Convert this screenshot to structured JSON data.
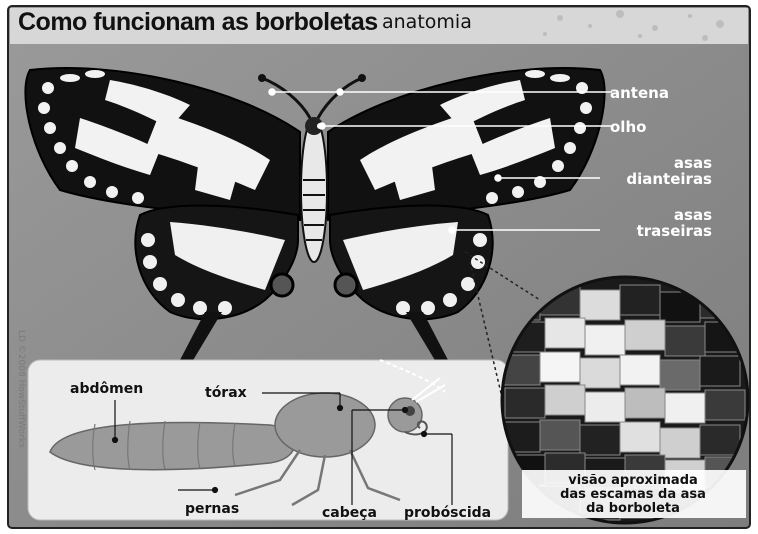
{
  "title": "Como funcionam as borboletas",
  "subtitle": "anatomia",
  "credit": "LD ©2008 HowStuffWorks",
  "labels": {
    "antenna": "antena",
    "eye": "olho",
    "forewings_line1": "asas",
    "forewings_line2": "dianteiras",
    "hindwings_line1": "asas",
    "hindwings_line2": "traseiras"
  },
  "body_diagram": {
    "abdomen": "abdômen",
    "thorax": "tórax",
    "legs": "pernas",
    "head": "cabeça",
    "proboscis": "probóscida"
  },
  "zoom_caption": {
    "line1": "visão aproximada",
    "line2": "das escamas da asa",
    "line3": "da borboleta"
  },
  "colors": {
    "background": "#8f8f8f",
    "wing_black": "#111111",
    "wing_white": "#f2f2f2",
    "body_panel": "#eeeeee",
    "insect_body": "#9a9a9a"
  }
}
